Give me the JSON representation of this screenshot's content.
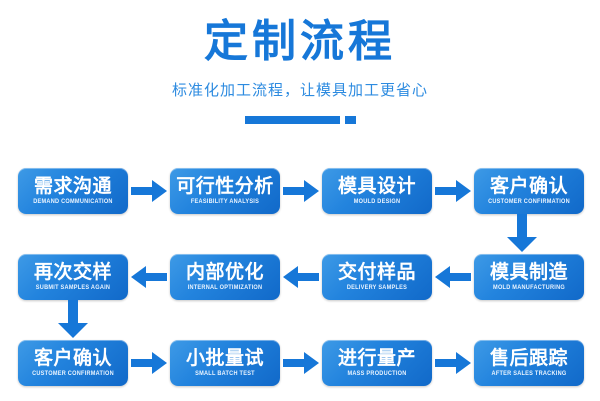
{
  "header": {
    "title": "定制流程",
    "subtitle": "标准化加工流程，让模具加工更省心",
    "accent_color": "#1677d8",
    "subtitle_color": "#2d8be0",
    "divider": {
      "bar_name": "divider-bar",
      "dot_name": "divider-dot"
    }
  },
  "flow": {
    "box_gradient_from": "#3e9ae6",
    "box_gradient_to": "#1169c9",
    "arrow_color": "#1677d8",
    "rows": [
      {
        "direction": "left-to-right",
        "arrow_icon": "arrow-right-icon",
        "nodes": [
          {
            "cn": "需求沟通",
            "en": "DEMAND COMMUNICATION"
          },
          {
            "cn": "可行性分析",
            "en": "FEASIBILITY ANALYSIS"
          },
          {
            "cn": "模具设计",
            "en": "MOULD DESIGN"
          },
          {
            "cn": "客户确认",
            "en": "CUSTOMER CONFIRMATION"
          }
        ]
      },
      {
        "direction": "right-to-left",
        "arrow_icon": "arrow-left-icon",
        "nodes": [
          {
            "cn": "再次交样",
            "en": "SUBMIT SAMPLES AGAIN"
          },
          {
            "cn": "内部优化",
            "en": "INTERNAL OPTIMIZATION"
          },
          {
            "cn": "交付样品",
            "en": "DELIVERY SAMPLES"
          },
          {
            "cn": "模具制造",
            "en": "MOLD MANUFACTURING"
          }
        ]
      },
      {
        "direction": "left-to-right",
        "arrow_icon": "arrow-right-icon",
        "nodes": [
          {
            "cn": "客户确认",
            "en": "CUSTOMER CONFIRMATION"
          },
          {
            "cn": "小批量试",
            "en": "SMALL BATCH TEST"
          },
          {
            "cn": "进行量产",
            "en": "MASS PRODUCTION"
          },
          {
            "cn": "售后跟踪",
            "en": "AFTER SALES TRACKING"
          }
        ]
      }
    ],
    "vertical_connectors": [
      {
        "name": "arrow-down-icon-right",
        "from": "客户确认",
        "to": "模具制造"
      },
      {
        "name": "arrow-down-icon-left",
        "from": "再次交样",
        "to": "客户确认"
      }
    ]
  }
}
